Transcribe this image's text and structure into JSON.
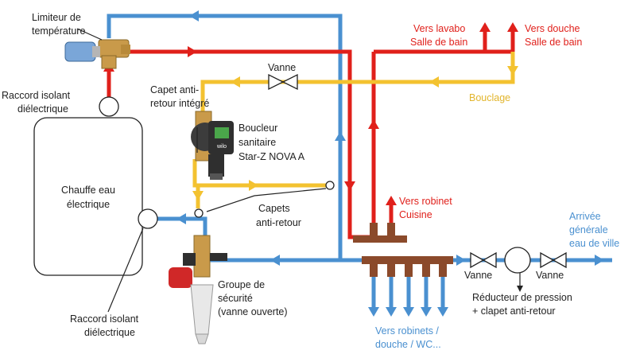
{
  "labels": {
    "limiteur": [
      "Limiteur de",
      "température"
    ],
    "raccord_top": [
      "Raccord isolant",
      "diélectrique"
    ],
    "chauffe_eau": [
      "Chauffe eau",
      "électrique"
    ],
    "capet_integre": [
      "Capet anti-",
      "retour intégré"
    ],
    "boucleur": [
      "Boucleur",
      "sanitaire",
      "Star-Z NOVA A"
    ],
    "pump_brand": "wilo",
    "vanne_bouclage": "Vanne",
    "bouclage": "Bouclage",
    "vers_lavabo": [
      "Vers lavabo",
      "Salle de bain"
    ],
    "vers_douche": [
      "Vers douche",
      "Salle de bain"
    ],
    "capets_anti_retour": [
      "Capets",
      "anti-retour"
    ],
    "vers_robinet_cuisine": [
      "Vers robinet",
      "Cuisine"
    ],
    "arrivee": [
      "Arrivée",
      "générale",
      "eau de ville"
    ],
    "vanne_left": "Vanne",
    "vanne_right": "Vanne",
    "reducteur": [
      "Réducteur de pression",
      "+ clapet anti-retour"
    ],
    "groupe_securite": [
      "Groupe de",
      "sécurité",
      "(vanne ouverte)"
    ],
    "raccord_bottom": [
      "Raccord isolant",
      "diélectrique"
    ],
    "vers_robinets": [
      "Vers robinets /",
      "douche / WC..."
    ]
  },
  "colors": {
    "cold": "#4a90d0",
    "hot": "#e0201b",
    "loop": "#f3c230",
    "manifold": "#8b4a2b"
  }
}
